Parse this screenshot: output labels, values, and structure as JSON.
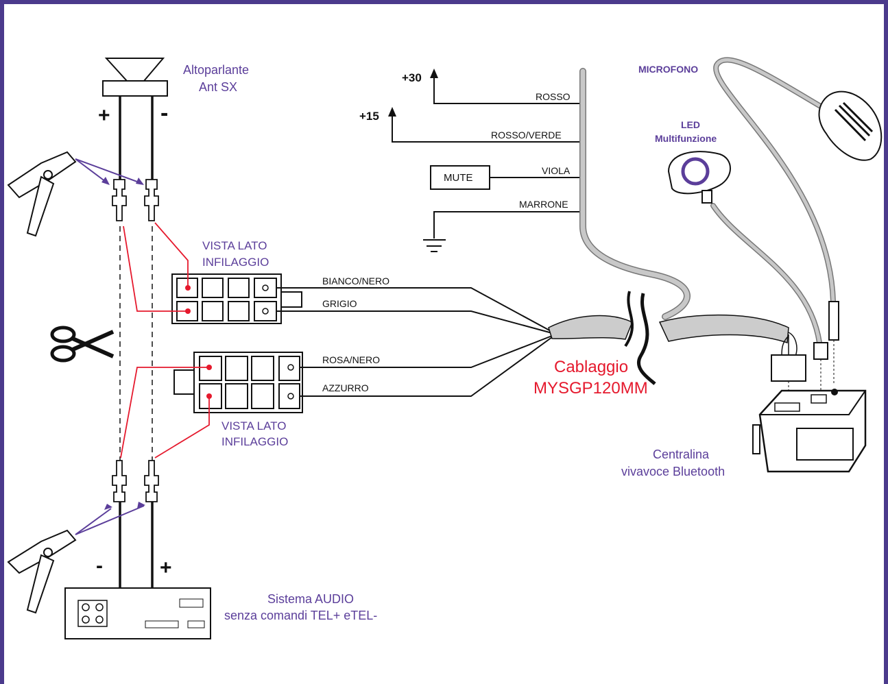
{
  "speaker": {
    "title_line1": "Altoparlante",
    "title_line2": "Ant SX",
    "plus": "+",
    "minus": "-"
  },
  "audio": {
    "title_line1": "Sistema AUDIO",
    "title_line2": "senza comandi TEL+ eTEL-",
    "minus": "-",
    "plus": "+"
  },
  "connector_top": {
    "label_line1": "VISTA LATO",
    "label_line2": "INFILAGGIO",
    "wire1": "BIANCO/NERO",
    "wire2": "GRIGIO"
  },
  "connector_bottom": {
    "label_line1": "VISTA LATO",
    "label_line2": "INFILAGGIO",
    "wire1": "ROSA/NERO",
    "wire2": "AZZURRO"
  },
  "power": {
    "plus30": "+30",
    "plus15": "+15",
    "mute": "MUTE",
    "wires": [
      "ROSSO",
      "ROSSO/VERDE",
      "VIOLA",
      "MARRONE"
    ]
  },
  "harness": {
    "line1": "Cablaggio",
    "line2": "MYSGP120MM"
  },
  "microphone": {
    "label": "MICROFONO"
  },
  "led": {
    "line1": "LED",
    "line2": "Multifunzione"
  },
  "unit": {
    "line1": "Centralina",
    "line2": "vivavoce Bluetooth"
  },
  "colors": {
    "frame": "#4b3a8c",
    "accent_purple": "#5b3e9a",
    "accent_red": "#e5192d",
    "grey_cable": "#a9a9a9"
  },
  "icons": [
    "speaker-icon",
    "crimper-icon",
    "scissors-icon",
    "ground-icon",
    "microphone-icon",
    "led-button-icon",
    "bluetooth-unit-icon",
    "audio-unit-icon"
  ]
}
